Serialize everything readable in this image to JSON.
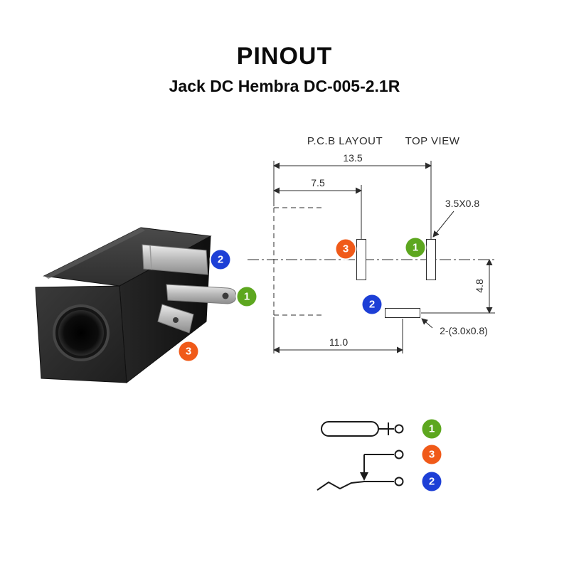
{
  "header": {
    "title": "PINOUT",
    "subtitle": "Jack DC Hembra DC-005-2.1R"
  },
  "pins": {
    "pin1": "1",
    "pin2": "2",
    "pin3": "3"
  },
  "colors": {
    "pin1": "#5da71f",
    "pin2": "#1d3fd6",
    "pin3": "#f05a19"
  },
  "drawing": {
    "view_labels": {
      "pcb_layout": "P.C.B LAYOUT",
      "top_view": "TOP VIEW"
    },
    "dimensions": {
      "overall_width": "13.5",
      "pad_spacing": "7.5",
      "vertical_offset": "4.8",
      "bottom_pad_offset": "11.0"
    },
    "annotations": {
      "side_pad_size": "3.5X0.8",
      "bottom_pad_size": "2-(3.0x0.8)"
    }
  }
}
